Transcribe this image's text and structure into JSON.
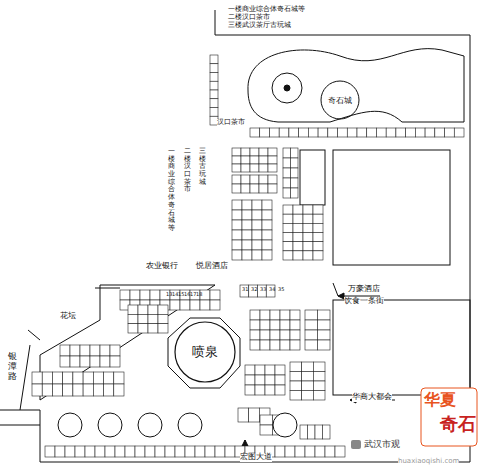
{
  "diagram": {
    "nodes": [
      {
        "text": [
          "喷泉"
        ]
      },
      {
        "text": [
          "奇石城"
        ]
      }
    ],
    "labels": [
      "一楼商业综合体奇石城等",
      "二楼汉口茶市",
      "三楼武汉茶厅古玩城",
      "汉口茶市",
      "三楼古玩城",
      "二楼汉口茶市",
      "一楼商业综合体奇石城等",
      "农业银行",
      "悦居酒店",
      "万豪酒店",
      "饮食一条街",
      "花坛",
      "银潭路",
      "华商大都会",
      "宏图大道",
      "13",
      "14",
      "15",
      "16",
      "17",
      "18",
      "31",
      "32",
      "33",
      "34",
      "35",
      "武汉市观",
      "华夏",
      "奇石",
      "huaxiaoqishi.com"
    ]
  }
}
